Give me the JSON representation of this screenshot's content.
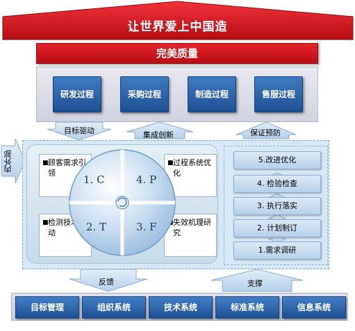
{
  "roof": {
    "title": "让世界爱上中国造",
    "color": "#d1121a"
  },
  "quality": {
    "label": "完美质量"
  },
  "processes": [
    "研发过程",
    "采购过程",
    "制造过程",
    "售服过程"
  ],
  "arrows": {
    "goal_drive": "目标驱动",
    "integrated_innovation": "集成创新",
    "ensure_prevention": "保证预防",
    "feedback": "反馈",
    "support": "支撑",
    "internal_external": "内外部"
  },
  "wheel": {
    "segments": [
      "1. C",
      "4. P",
      "2. T",
      "3. F"
    ],
    "boxes": {
      "top_left": "顾客需求引领",
      "top_right": "过程系统优化",
      "bottom_left": "检测技术驱动",
      "bottom_right": "失效机理研究"
    }
  },
  "steps": [
    "5.改进优化",
    "4. 检验检查",
    "3. 执行落实",
    "2. 计划制订",
    "1.需求调研"
  ],
  "systems": [
    "目标管理",
    "组织系统",
    "技术系统",
    "标准系统",
    "信息系统"
  ]
}
